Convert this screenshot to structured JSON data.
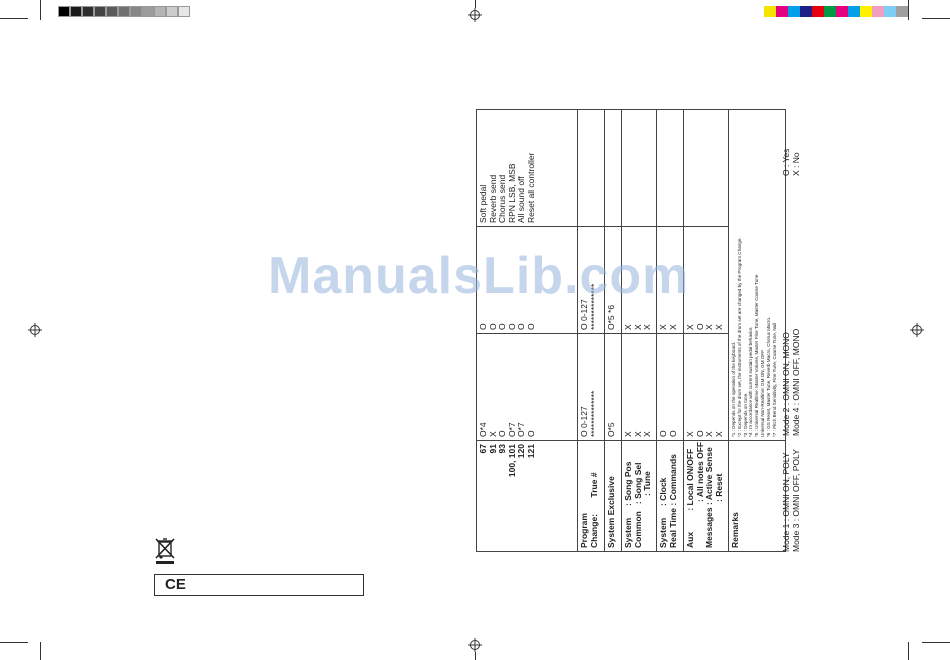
{
  "brand_watermark": "ManualsLib.com",
  "colors": {
    "grayscale_strip": [
      "#000000",
      "#1a1a1a",
      "#2e2e2e",
      "#444444",
      "#5a5a5a",
      "#707070",
      "#868686",
      "#9c9c9c",
      "#b4b4b4",
      "#cccccc",
      "#e6e6e6"
    ],
    "color_strip": [
      "#f5e400",
      "#e4007f",
      "#00a0e9",
      "#1d2088",
      "#e60012",
      "#009944",
      "#e4007f",
      "#00a0e9",
      "#fff100",
      "#f19ec2",
      "#7ecef4",
      "#a0a0a0"
    ],
    "watermark": "#96b4dc"
  },
  "table": {
    "program_change": {
      "label_1": "Program",
      "label_2": "Change:",
      "sub_label": "True #",
      "tx": "O 0-127",
      "tx_2": "**************",
      "rx": "O 0-127",
      "rx_2": "**************"
    },
    "control_numbers": {
      "numbers": [
        "67",
        "91",
        "93",
        "100, 101",
        "120",
        "121"
      ],
      "tx": [
        "O*4",
        "X",
        "O",
        "O*7",
        "O*7",
        "O"
      ],
      "rx": [
        "O",
        "O",
        "O",
        "O",
        "O",
        "O"
      ],
      "remarks": [
        "Soft pedal",
        "Reverb send",
        "Chorus send",
        "RPN LSB, MSB",
        "All sound off",
        "Reset all controller"
      ]
    },
    "system_exclusive": {
      "label": "System Exclusive",
      "tx": "O*5",
      "rx": "O*5 *6"
    },
    "system_common": {
      "label_1": "System",
      "label_2": "Common",
      "subs": [
        ": Song Pos",
        ": Song Sel",
        ": Tune"
      ],
      "tx": [
        "X",
        "X",
        "X"
      ],
      "rx": [
        "X",
        "X",
        "X"
      ]
    },
    "system_real_time": {
      "label_1": "System",
      "label_2": "Real Time",
      "subs": [
        ": Clock",
        ": Commands"
      ],
      "tx": [
        "O",
        "O"
      ],
      "rx": [
        "X",
        "X"
      ]
    },
    "aux_messages": {
      "label_1": "Aux",
      "label_2": "Messages",
      "subs": [
        ": Local ON/OFF",
        ": All notes OFF",
        ": Active Sense",
        ": Reset"
      ],
      "tx": [
        "X",
        "O",
        "X",
        "X"
      ],
      "rx": [
        "X",
        "O",
        "X",
        "X"
      ]
    },
    "remarks": {
      "label": "Remarks",
      "lines": [
        "*1 : Depends on the operation of the keyboard.",
        "*2 : Except for the drum set, the instruments of the drum set are changed by the Program Change.",
        "*3 : Depends on tone.",
        "*4 : In accordance with current sustain pedal behavior.",
        "*5 : Universal Realtime: Master Volume, Master Fine Tune, Master Coarse Tune",
        "     Universal Non-Realtime: GM ON, GM OFF",
        "*6 : GS Reset, Master Tune, Reverb Macro, Chorus Macro.",
        "*7 : Pitch Bend Sensitivity, Fine Tune, Coarse Tune, Null"
      ]
    },
    "modes": {
      "mode1": "Mode 1 : OMNI ON, POLY",
      "mode2": "Mode 2 : OMNI ON, MONO",
      "mode3": "Mode 3 : OMNI OFF, POLY",
      "mode4": "Mode 4 : OMNI OFF, MONO",
      "legend_yes": "O : Yes",
      "legend_no": "X : No"
    }
  },
  "icons": {
    "weee": "crossed-out-wheelie-bin-icon",
    "ce": "ce-mark-icon"
  },
  "ce_mark": "CE"
}
